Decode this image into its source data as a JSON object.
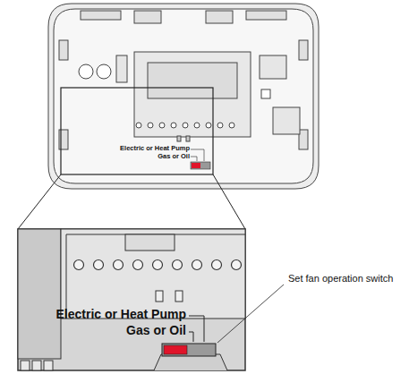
{
  "diagram": {
    "labels": [
      "Electric or Heat Pump",
      "Gas or Oil",
      "Electric or Heat Pump",
      "Gas or Oil",
      "Set fan operation switch"
    ]
  }
}
